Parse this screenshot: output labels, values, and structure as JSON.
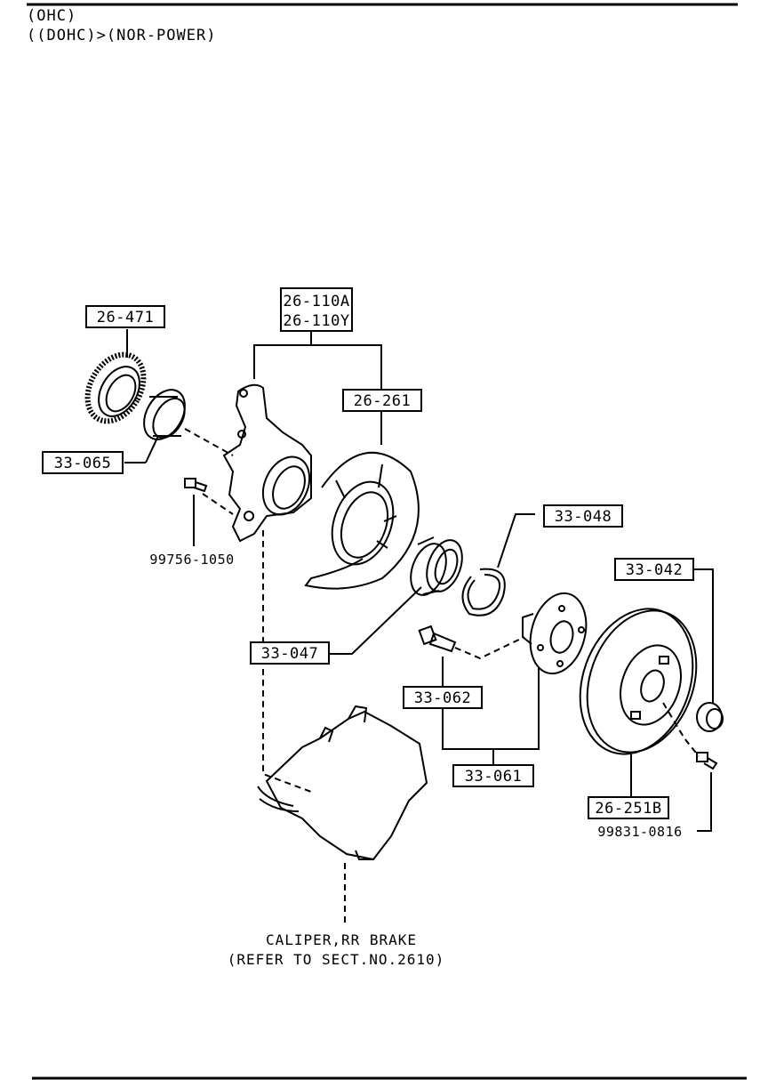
{
  "header": {
    "line1": "(OHC)",
    "line2": "((DOHC)>(NOR-POWER)"
  },
  "parts": {
    "p26_471": "26-471",
    "p26_110a": "26-110A",
    "p26_110y": "26-110Y",
    "p26_261": "26-261",
    "p33_065": "33-065",
    "p33_048": "33-048",
    "p33_042": "33-042",
    "p33_047": "33-047",
    "p33_062": "33-062",
    "p33_061": "33-061",
    "p26_251b": "26-251B"
  },
  "bolts": {
    "b99756": "99756-1050",
    "b99831": "99831-0816"
  },
  "caliper": {
    "line1": "CALIPER,RR BRAKE",
    "line2": "(REFER TO SECT.NO.2610)"
  }
}
